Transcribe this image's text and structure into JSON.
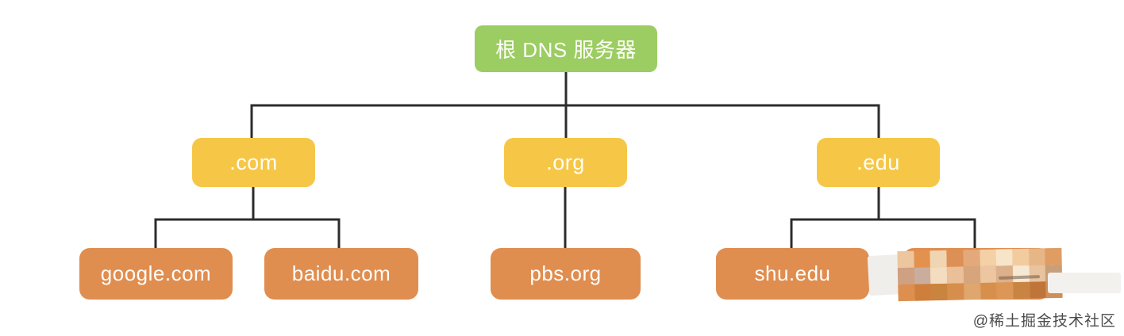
{
  "diagram": {
    "title_node": "根 DNS 服务器",
    "root": {
      "label": "根 DNS 服务器"
    },
    "tlds": [
      {
        "label": ".com"
      },
      {
        "label": ".org"
      },
      {
        "label": ".edu"
      }
    ],
    "domains": [
      {
        "label": "google.com",
        "parent": ".com"
      },
      {
        "label": "baidu.com",
        "parent": ".com"
      },
      {
        "label": "pbs.org",
        "parent": ".org"
      },
      {
        "label": "shu.edu",
        "parent": ".edu"
      },
      {
        "label": "",
        "parent": ".edu",
        "censored": true
      }
    ],
    "colors": {
      "root_fill": "#9bcd63",
      "tld_fill": "#f6c747",
      "domain_fill": "#e08d50",
      "node_text": "#fffdf8",
      "line": "#2c2c2c",
      "watermark_text": "#4b4b4b"
    },
    "censor_mosaic": {
      "rows": [
        [
          "#ecc69e",
          "#e2914e",
          "#f0d5b2",
          "#dd9055",
          "#e3a97a",
          "#f3d0a6",
          "#f7e5c9",
          "#f2cc9f",
          "#e7b686",
          "#df9d63"
        ],
        [
          "#cfa082",
          "#c9ae9d",
          "#f3dcc0",
          "#ebbf98",
          "#d7a57c",
          "#ecc6a1",
          "#dcb08a",
          "#f6e8d3",
          "#e8c39d",
          "#c99f7a"
        ],
        [
          "#dc8f4f",
          "#cf7e3c",
          "#c9843f",
          "#d78e4c",
          "#dfa66d",
          "#d7904b",
          "#dc9658",
          "#c98443",
          "#bf7539",
          "#d08f55"
        ]
      ]
    }
  },
  "watermark": {
    "text": "@稀土掘金技术社区"
  }
}
